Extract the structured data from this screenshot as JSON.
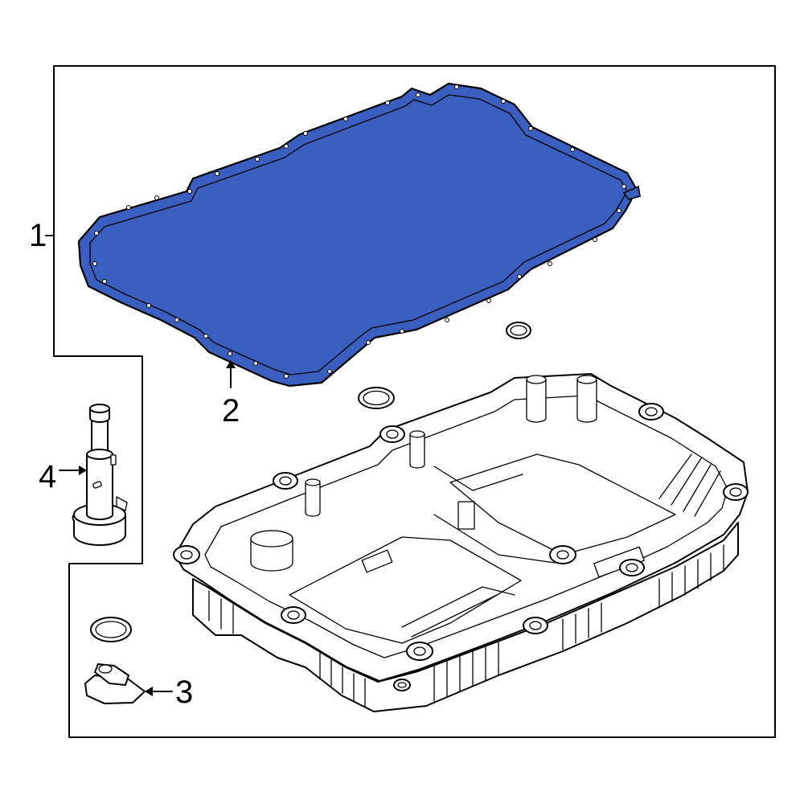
{
  "diagram": {
    "colors": {
      "highlight": "#3A5FC0",
      "line": "#000000",
      "background": "#FFFFFF"
    },
    "callouts": [
      {
        "label": "1",
        "part": "transmission-pan-assembly"
      },
      {
        "label": "2",
        "part": "pan-gasket"
      },
      {
        "label": "3",
        "part": "drain-plug"
      },
      {
        "label": "4",
        "part": "fill-tube"
      }
    ]
  }
}
